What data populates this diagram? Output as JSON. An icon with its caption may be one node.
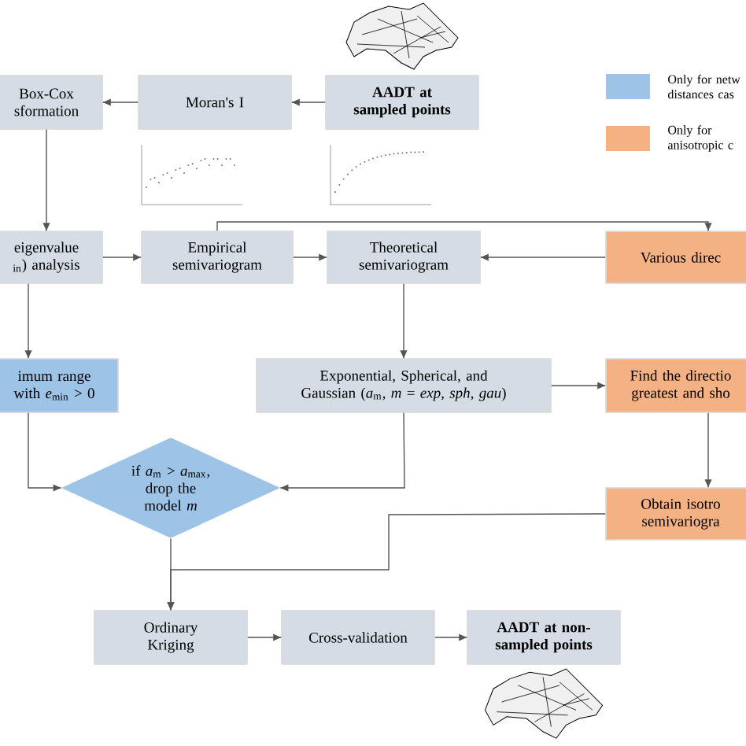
{
  "diagram": {
    "nodes": [
      {
        "text": [
          "Box-Cox sformation"
        ]
      },
      {
        "text": [
          "Moran's I"
        ]
      },
      {
        "text": [
          "AADT at sampled points"
        ]
      },
      {
        "text": [
          "eigenvalue $_{in}$) analysis"
        ]
      },
      {
        "text": [
          "Empirical semivariogram"
        ]
      },
      {
        "text": [
          "Theoretical semivariogram"
        ]
      },
      {
        "text": [
          "Various direc"
        ]
      },
      {
        "text": [
          "imum range with *e*$_{min}$ > 0"
        ]
      },
      {
        "text": [
          "Exponential, Spherical, and Gaussian (*a*$_{m}$, *m* = *exp*, *sph*, *gau*)"
        ]
      },
      {
        "text": [
          "Find the directio greatest and sho"
        ]
      },
      {
        "text": [
          "if *a*$_{m}$ > *a*$_{max}$, drop the model *m*"
        ]
      },
      {
        "text": [
          "Obtain isotro semivariogra"
        ]
      },
      {
        "text": [
          "Ordinary Kriging"
        ]
      },
      {
        "text": [
          "Cross-validation"
        ]
      },
      {
        "text": [
          "AADT at non-sampled points"
        ]
      }
    ],
    "edges": [
      {
        "from": 2,
        "to": 1,
        "arrow": "to"
      },
      {
        "from": 1,
        "to": 0,
        "arrow": "to"
      },
      {
        "from": 0,
        "to": 3,
        "arrow": "to"
      },
      {
        "from": 3,
        "to": 4,
        "arrow": "to"
      },
      {
        "from": 4,
        "to": 5,
        "arrow": "to"
      },
      {
        "from": 6,
        "to": 5,
        "arrow": "to"
      },
      {
        "from": 4,
        "to": 6,
        "arrow": "to"
      },
      {
        "from": 3,
        "to": 7,
        "arrow": "to"
      },
      {
        "from": 5,
        "to": 8,
        "arrow": "to"
      },
      {
        "from": 8,
        "to": 9,
        "arrow": "to"
      },
      {
        "from": 9,
        "to": 11,
        "arrow": "to"
      },
      {
        "from": 7,
        "to": 10,
        "arrow": "to"
      },
      {
        "from": 8,
        "to": 10,
        "arrow": "to"
      },
      {
        "from": 10,
        "to": 12,
        "arrow": "to"
      },
      {
        "from": 11,
        "to": 12,
        "arrow": "to"
      },
      {
        "from": 12,
        "to": 13,
        "arrow": "to"
      },
      {
        "from": 13,
        "to": 14,
        "arrow": "to"
      }
    ],
    "legend": [
      {
        "text": "Only for netw distances cas",
        "color": "#9dc3e6"
      },
      {
        "text": "Only for anisotropic c",
        "color": "#f4b183"
      }
    ]
  }
}
